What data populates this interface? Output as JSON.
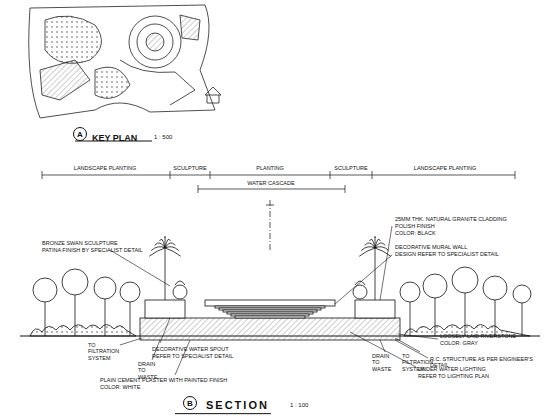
{
  "diagram": {
    "nodes": [
      {
        "text": [
          "A"
        ]
      },
      {
        "text": [
          "B"
        ]
      }
    ],
    "labels": [
      "KEY PLAN",
      "1 : 500",
      "LANDSCAPE PLANTING",
      "SCULPTURE",
      "PLANTING",
      "SCULPTURE",
      "LANDSCAPE PLANTING",
      "WATER CASCADE",
      "25MM THK. NATURAL GRANITE CLADDING",
      "POLISH FINISH",
      "COLOR: BLACK",
      "DECORATIVE MURAL WALL",
      "DESIGN REFER TO SPECIALIST DETAIL",
      "BRONZE SWAN SCULPTURE",
      "PATINA FINISH BY SPECIALIST DETAIL",
      "DECORATIVE WATER SPOUT",
      "REFER TO SPECIALIST DETAIL",
      "TO FILTRATION SYSTEM",
      "DRAIN TO WASTE",
      "PLAIN CEMENT PLASTER WITH PAINTED FINISH",
      "COLOR: WHITE",
      "DRAIN TO WASTE",
      "TO FILTRATION SYSTEM",
      "LOOSELY LAID RIVERSTONE",
      "COLOR: GRAY",
      "R.C. STRUCTURE AS PER ENGINEER'S DETAIL",
      "UNDER WATER LIGHTING",
      "REFER TO LIGHTING PLAN",
      "SECTION",
      "1 : 100"
    ]
  }
}
